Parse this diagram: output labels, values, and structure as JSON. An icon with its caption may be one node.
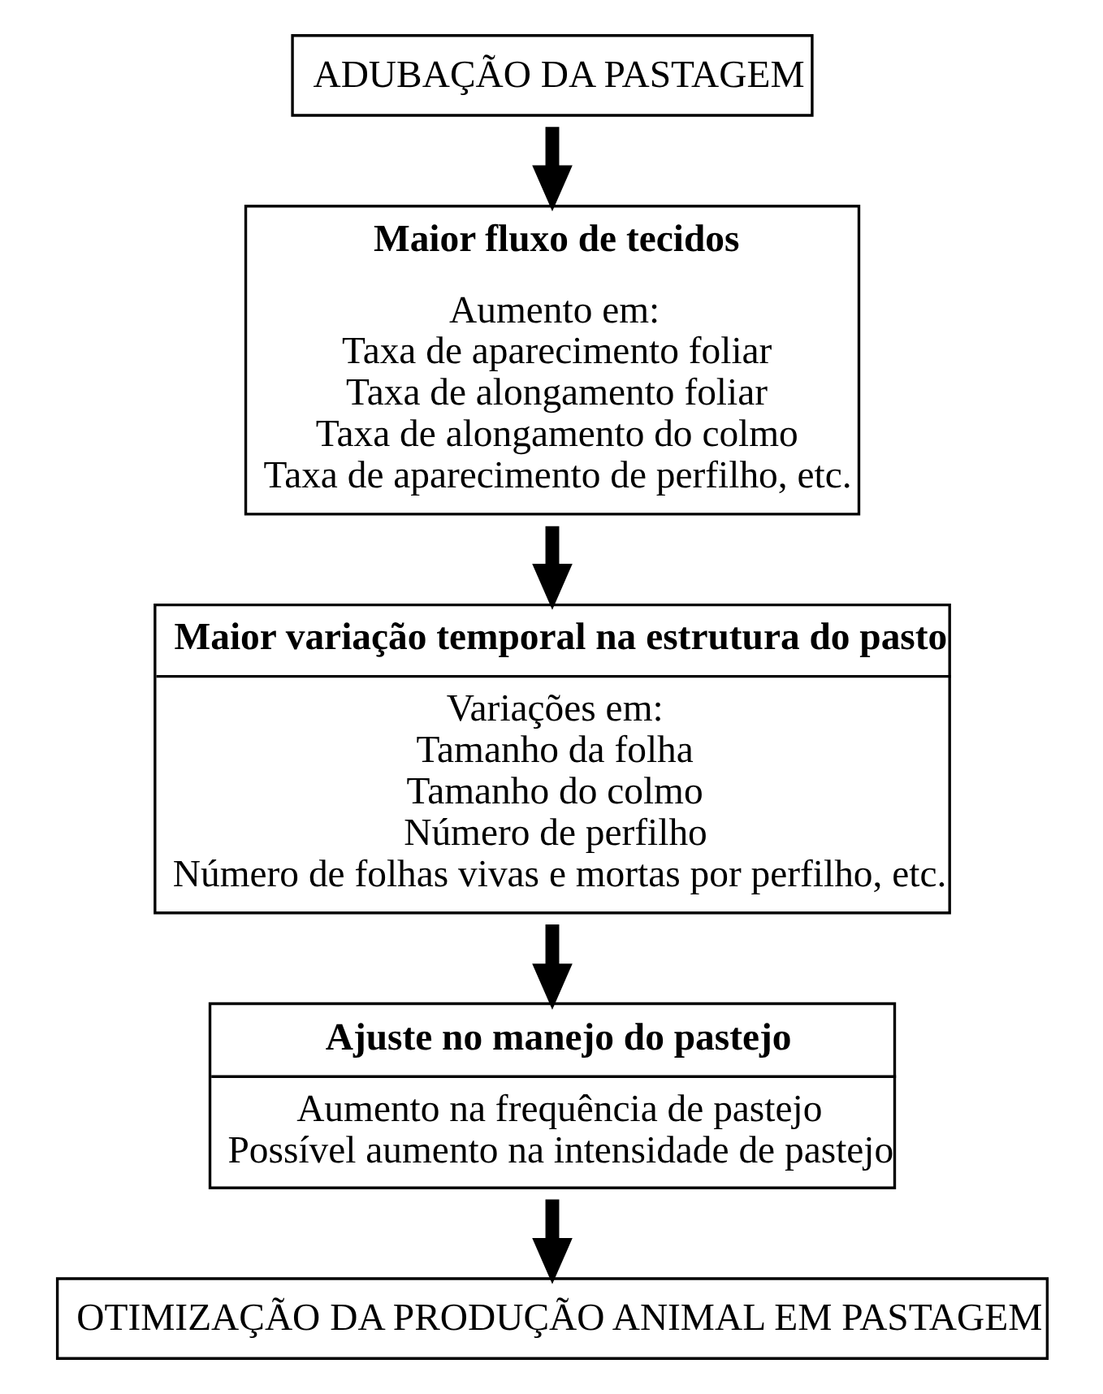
{
  "diagram": {
    "nodes": [
      {
        "text": [
          "ADUBAÇÃO DA PASTAGEM"
        ]
      },
      {
        "text": [
          "Maior fluxo de tecidos",
          "Aumento em:",
          "Taxa de aparecimento foliar",
          "Taxa de alongamento foliar",
          "Taxa de alongamento do colmo",
          "Taxa de aparecimento de perfilho, etc."
        ]
      },
      {
        "text": [
          "Maior variação temporal na estrutura do pasto",
          "Variações em:",
          "Tamanho da folha",
          "Tamanho do colmo",
          "Número de perfilho",
          "Número de folhas vivas e mortas por perfilho, etc."
        ]
      },
      {
        "text": [
          "Ajuste no manejo do pastejo",
          "Aumento na frequência de pastejo",
          "Possível aumento na intensidade de pastejo"
        ]
      },
      {
        "text": [
          "OTIMIZAÇÃO DA PRODUÇÃO ANIMAL EM PASTAGEM"
        ]
      }
    ],
    "edges": [
      {
        "from": 0,
        "to": 1,
        "arrow": "to"
      },
      {
        "from": 1,
        "to": 2,
        "arrow": "to"
      },
      {
        "from": 2,
        "to": 3,
        "arrow": "to"
      },
      {
        "from": 3,
        "to": 4,
        "arrow": "to"
      }
    ]
  }
}
